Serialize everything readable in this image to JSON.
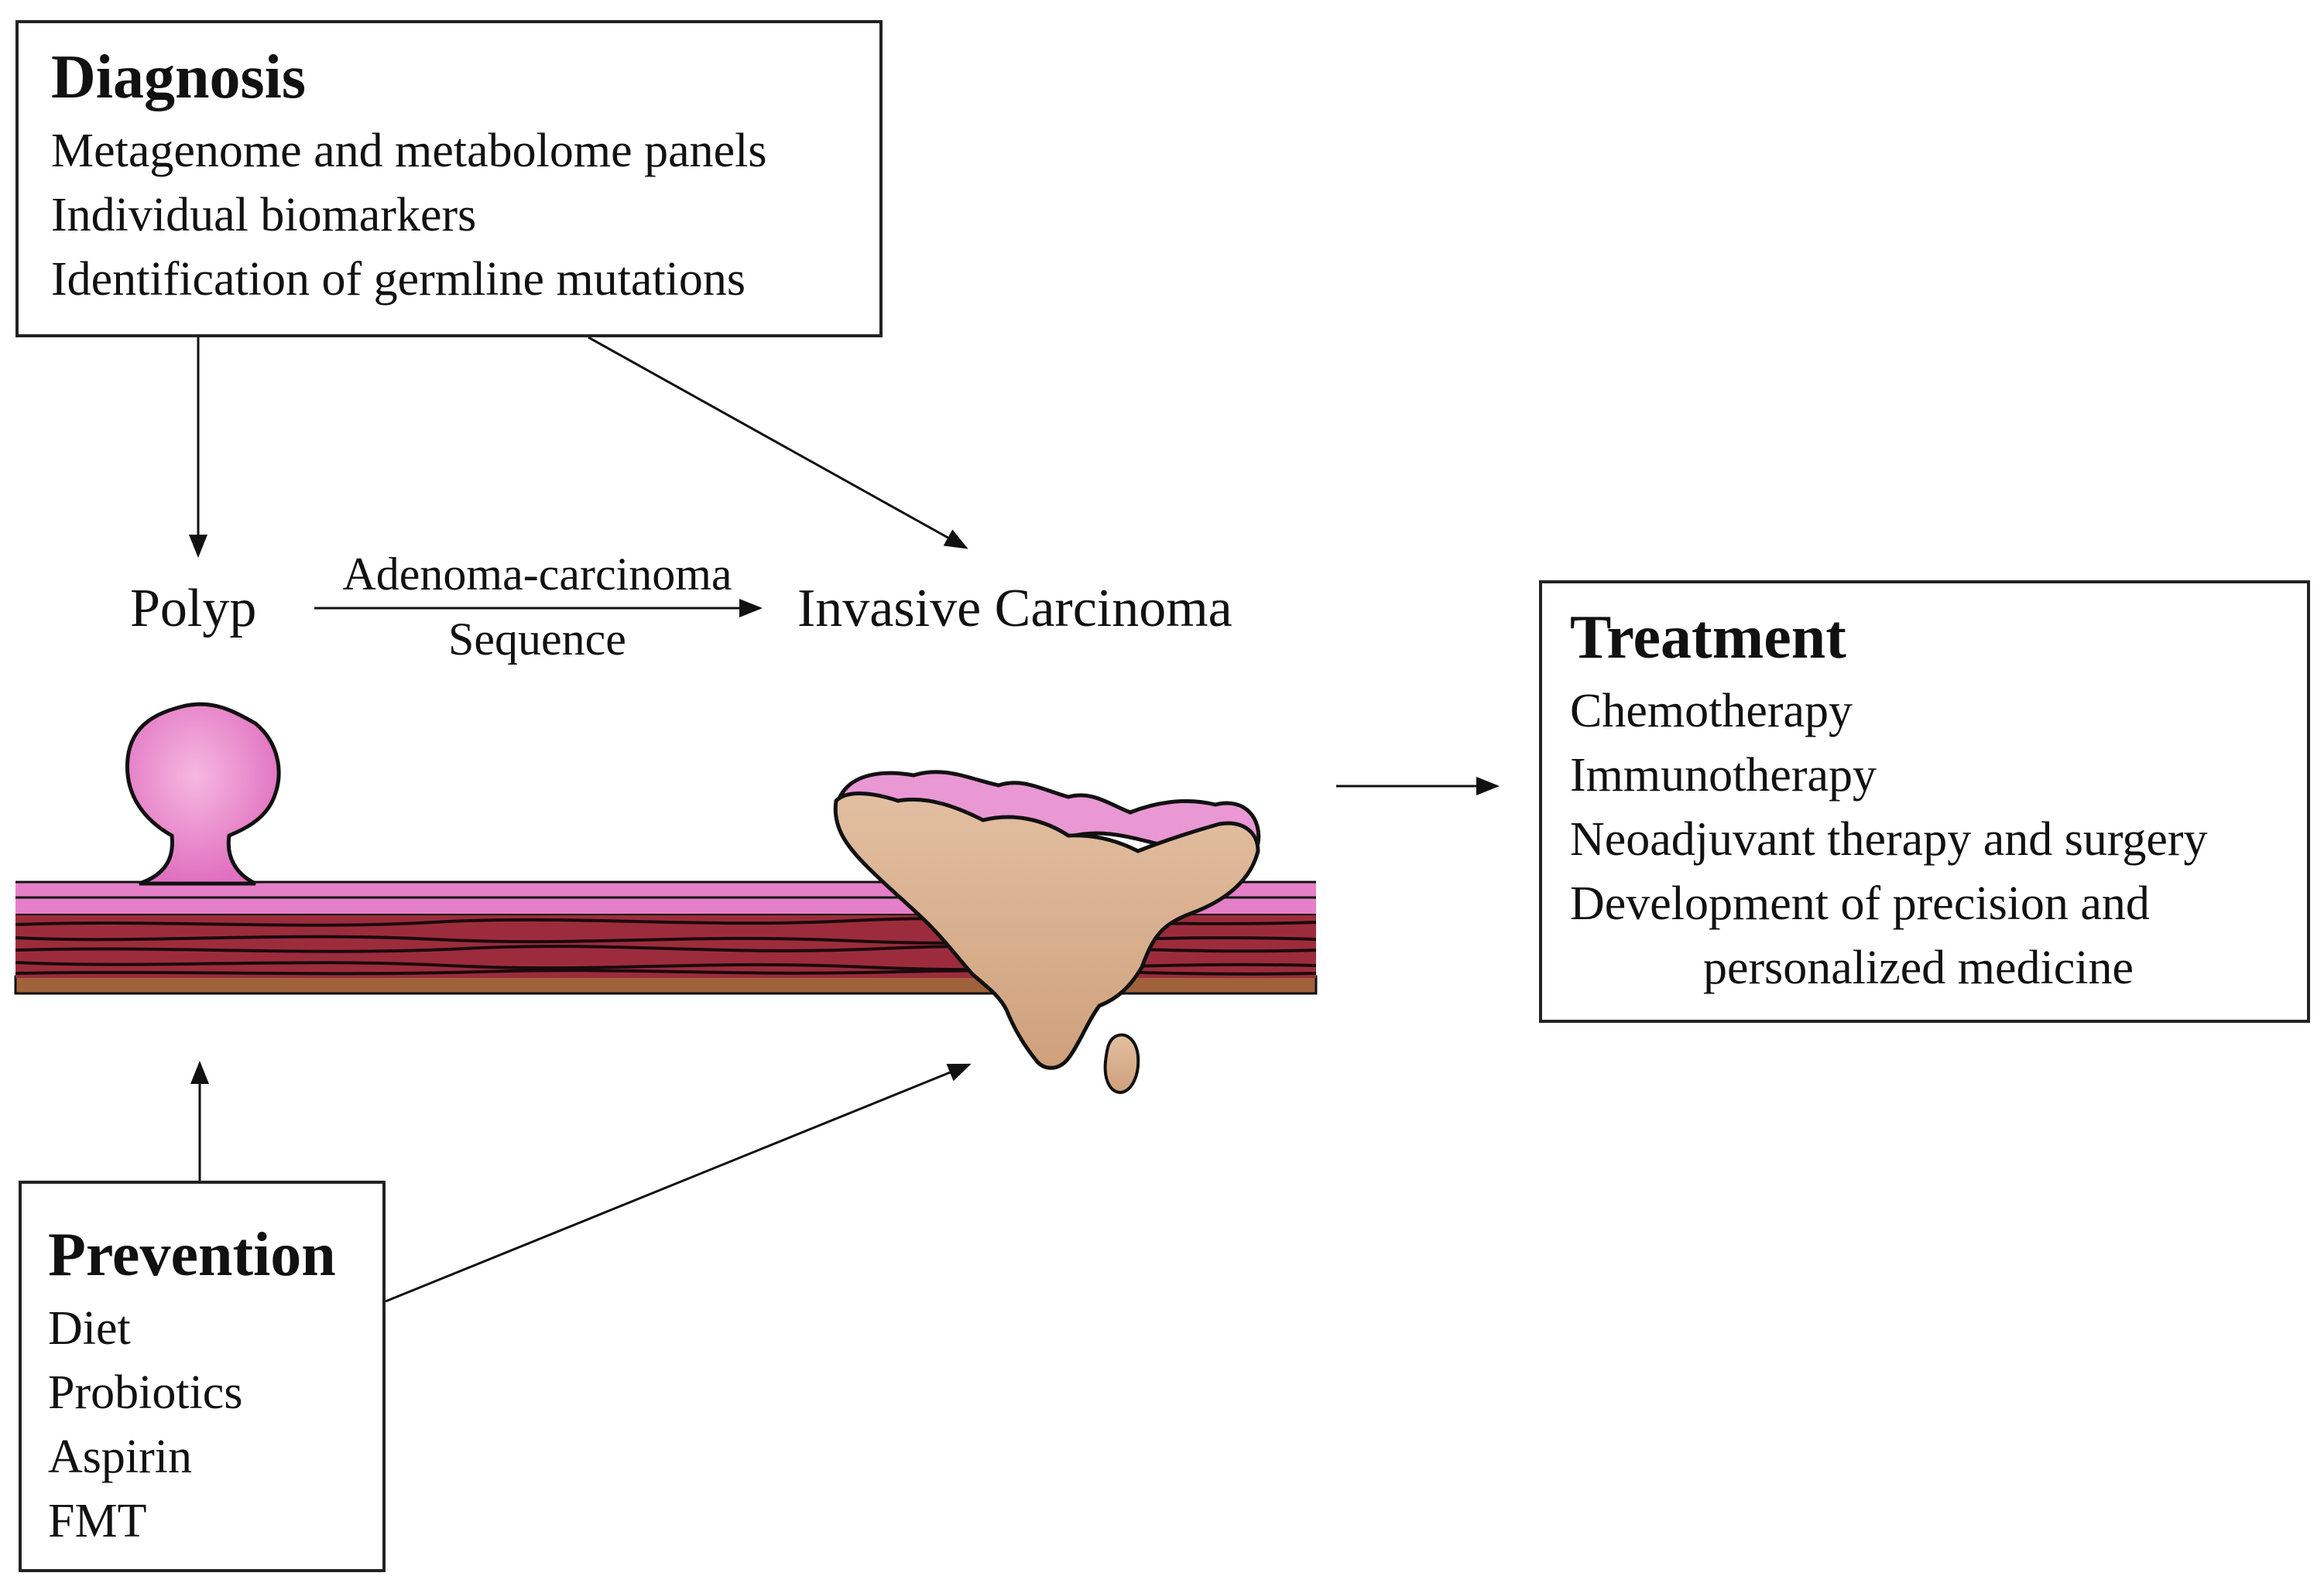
{
  "diagnosis": {
    "title": "Diagnosis",
    "items": [
      "Metagenome and metabolome panels",
      "Individual biomarkers",
      "Identification of germline mutations"
    ]
  },
  "treatment": {
    "title": "Treatment",
    "items": [
      "Chemotherapy",
      "Immunotherapy",
      "Neoadjuvant therapy and surgery",
      "Development of precision and",
      "personalized medicine"
    ]
  },
  "prevention": {
    "title": "Prevention",
    "items": [
      "Diet",
      "Probiotics",
      "Aspirin",
      "FMT"
    ]
  },
  "stages": {
    "polyp": "Polyp",
    "invasive": "Invasive Carcinoma",
    "sequence_line1": "Adenoma-carcinoma",
    "sequence_line2": "Sequence"
  },
  "colors": {
    "mucosa_pink": "#e57fc8",
    "muscle_red": "#9c2c3c",
    "serosa_brown": "#a0623a",
    "tumor_tan": "#d8b090",
    "outline": "#111111"
  }
}
